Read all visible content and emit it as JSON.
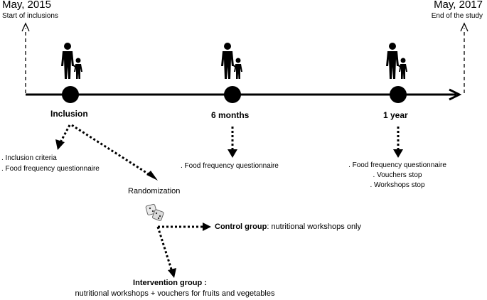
{
  "timeline": {
    "start": {
      "date": "May, 2015",
      "label": "Start of inclusions"
    },
    "end": {
      "date": "May, 2017",
      "label": "End of the study"
    }
  },
  "milestones": [
    {
      "title": "Inclusion",
      "items": [
        ". Inclusion criteria",
        ". Food frequency questionnaire"
      ]
    },
    {
      "title": "6 months",
      "items": [
        ". Food frequency questionnaire"
      ]
    },
    {
      "title": "1 year",
      "items": [
        ". Food frequency questionnaire",
        ". Vouchers stop",
        ". Workshops stop"
      ]
    }
  ],
  "randomization": {
    "label": "Randomization"
  },
  "groups": {
    "control": {
      "name": "Control group",
      "description": ": nutritional workshops only"
    },
    "intervention": {
      "name": "Intervention group",
      "suffix": " :",
      "description": "nutritional workshops + vouchers for fruits and vegetables"
    }
  },
  "icons": {
    "person": "adult-child-icon",
    "dice": "dice-icon"
  }
}
